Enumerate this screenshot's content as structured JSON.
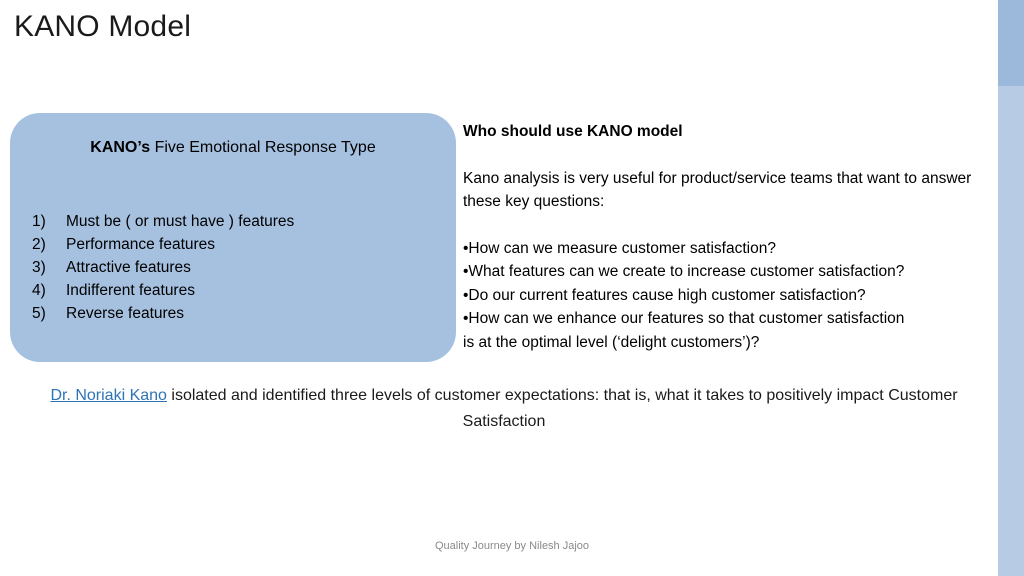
{
  "slide": {
    "title": "KANO Model",
    "footer": "Quality Journey by Nilesh Jajoo"
  },
  "kano_box": {
    "heading_strong": "KANO’s",
    "heading_rest": " Five Emotional Response Type",
    "items": [
      {
        "num": "1)",
        "label": "Must be ( or must have ) features"
      },
      {
        "num": "2)",
        "label": "Performance features"
      },
      {
        "num": "3)",
        "label": "Attractive features"
      },
      {
        "num": "4)",
        "label": "Indifferent features"
      },
      {
        "num": "5)",
        "label": "Reverse features"
      }
    ]
  },
  "right_column": {
    "heading": "Who should use KANO model",
    "paragraph": "Kano analysis is very useful for product/service teams that want to answer these key questions:",
    "bullets": [
      "•How can we measure customer satisfaction?",
      "•What features can we create to increase customer satisfaction?",
      "•Do our current features cause high customer satisfaction?",
      "•How can we enhance our features so that customer satisfaction",
      "is at the optimal level (‘delight customers’)?"
    ]
  },
  "caption": {
    "link_text": "Dr. Noriaki Kano",
    "rest": " isolated and identified three levels of customer expectations: that is, what it takes to positively impact Customer Satisfaction"
  },
  "colors": {
    "box_fill": "#a6c1e0",
    "bar_top": "#9cb9dc",
    "bar_bottom": "#b7cbe4",
    "link": "#2e74b5"
  }
}
